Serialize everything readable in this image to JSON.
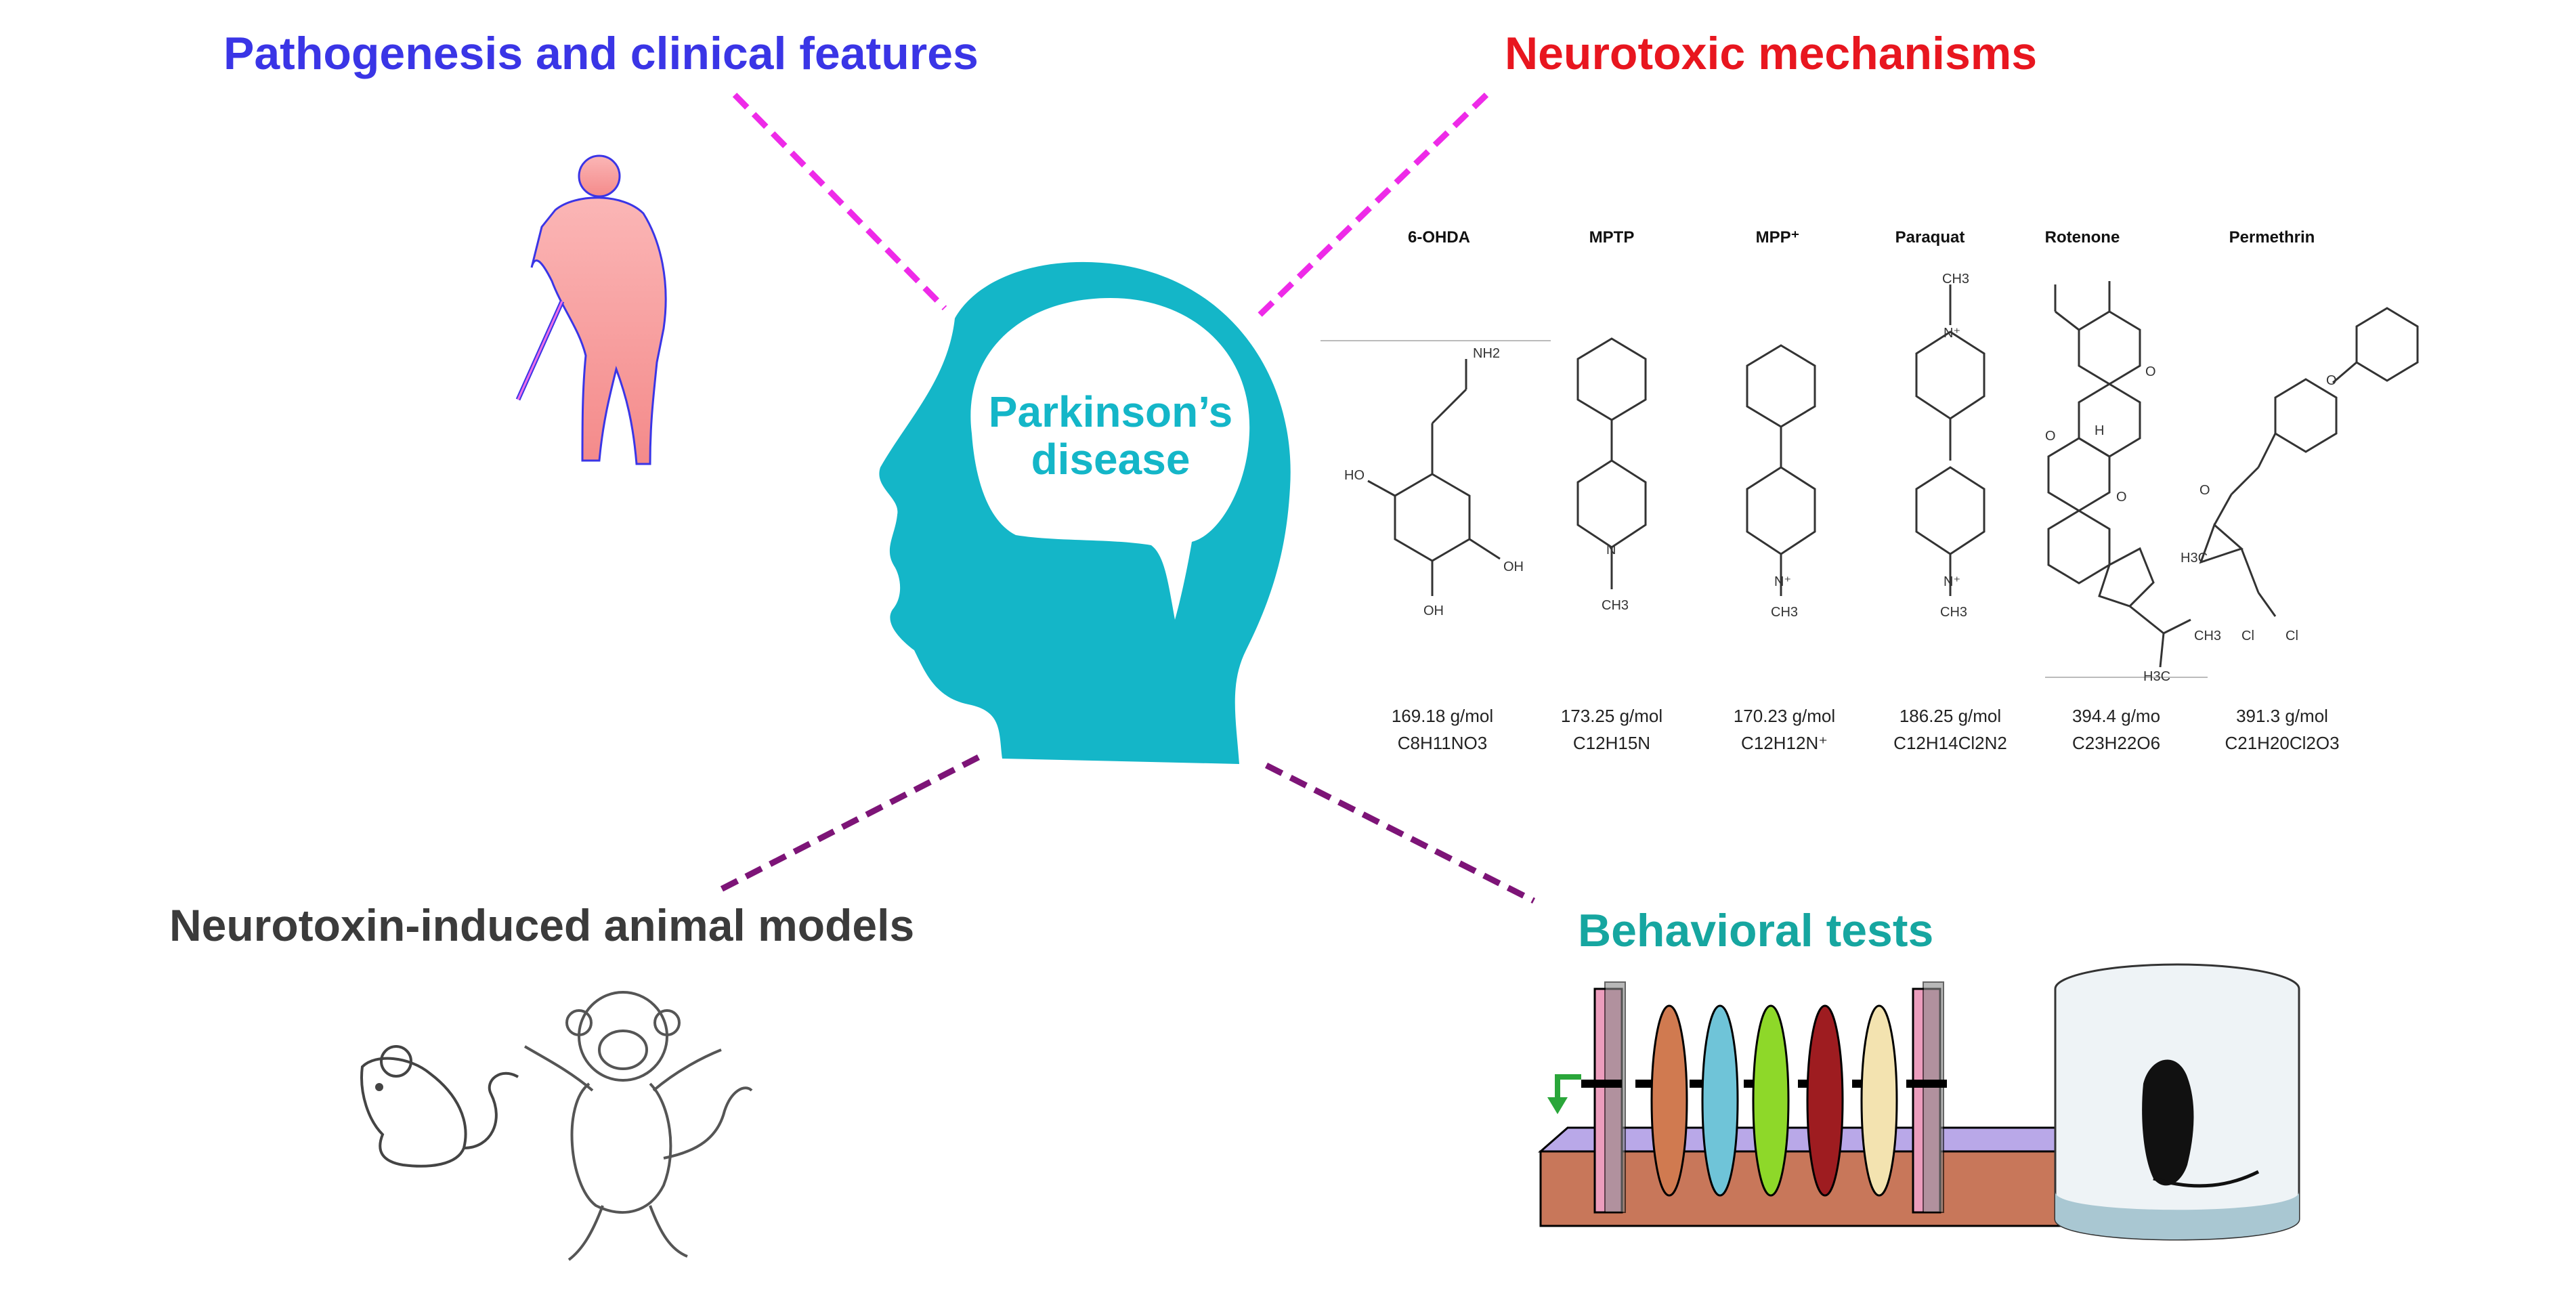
{
  "colors": {
    "pathogenesis": "#3a35e6",
    "neurotoxic": "#e8161f",
    "animal": "#3b3b3b",
    "behavioral": "#16a6a0",
    "head": "#14b6c8",
    "dash_top": "#ee2ae8",
    "dash_bottom": "#7d1477"
  },
  "center": {
    "line1": "Parkinson’s",
    "line2": "disease"
  },
  "quadrants": {
    "pathogenesis": "Pathogenesis and clinical features",
    "neurotoxic": "Neurotoxic mechanisms",
    "animal_models": "Neurotoxin-induced animal models",
    "behavioral_tests": "Behavioral tests"
  },
  "compounds": [
    {
      "name": "6-OHDA",
      "mass": "169.18 g/mol",
      "formula": "C8H11NO3"
    },
    {
      "name": "MPTP",
      "mass": "173.25 g/mol",
      "formula": "C12H15N"
    },
    {
      "name": "MPP⁺",
      "mass": "170.23 g/mol",
      "formula": "C12H12N⁺"
    },
    {
      "name": "Paraquat",
      "mass": "186.25 g/mol",
      "formula": "C12H14Cl2N2"
    },
    {
      "name": "Rotenone",
      "mass": "394.4 g/mo",
      "formula": "C23H22O6"
    },
    {
      "name": "Permethrin",
      "mass": "391.3 g/mol",
      "formula": "C21H20Cl2O3"
    }
  ],
  "atom_labels": {
    "nh2": "NH2",
    "oh": "OH",
    "ho": "HO",
    "n": "N",
    "n_plus": "N⁺",
    "ch3": "CH3",
    "o": "O",
    "h": "H",
    "cl": "Cl",
    "h3c": "H3C"
  },
  "icons": [
    "elderly-person-icon",
    "mouse-icon",
    "monkey-icon",
    "rotarod-icon",
    "swim-cylinder-rat-icon"
  ]
}
